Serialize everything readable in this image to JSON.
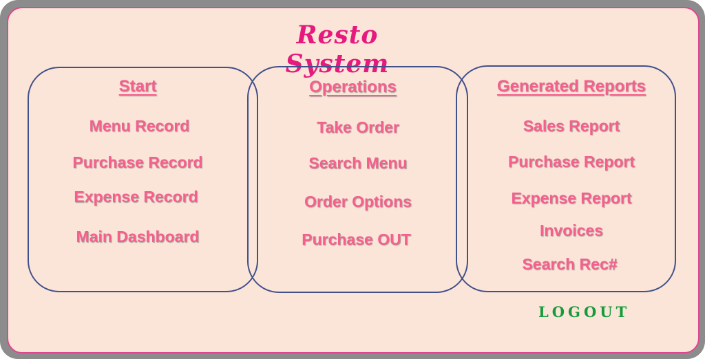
{
  "app": {
    "title": "Resto System"
  },
  "start": {
    "heading": "Start",
    "items": [
      "Menu Record",
      "Purchase Record",
      "Expense Record",
      "Main Dashboard"
    ]
  },
  "operations": {
    "heading": "Operations",
    "items": [
      "Take Order",
      "Search Menu",
      "Order Options",
      "Purchase OUT"
    ]
  },
  "reports": {
    "heading": "Generated Reports",
    "items": [
      "Sales Report",
      "Purchase Report",
      "Expense Report",
      "Invoices",
      "Search Rec#"
    ]
  },
  "logout": {
    "label": "LOGOUT"
  },
  "colors": {
    "title": "#e6197e",
    "menu_text": "#f4608d",
    "panel_bg": "#fbe5d8",
    "panel_border": "#e0458f",
    "group_border": "#40508a",
    "logout": "#159b3c"
  }
}
